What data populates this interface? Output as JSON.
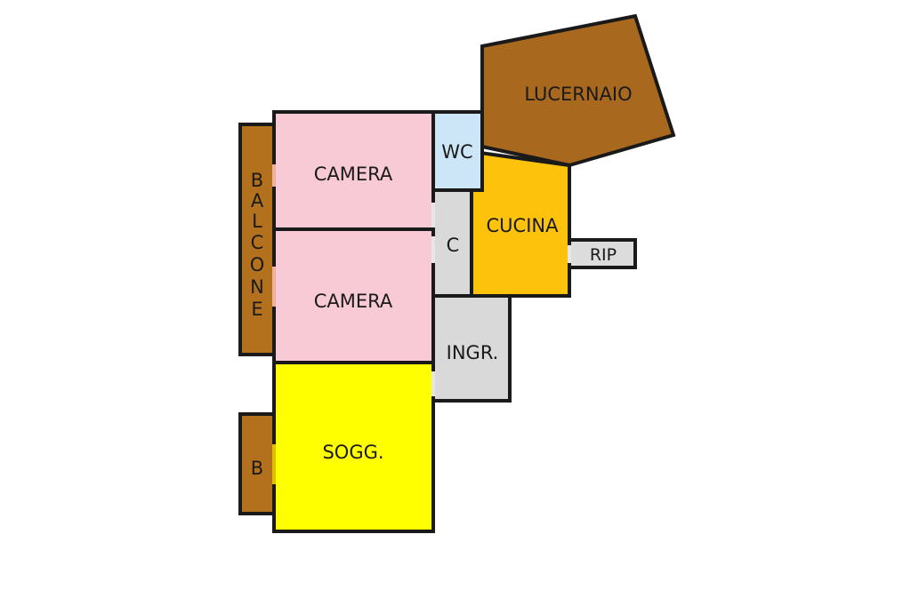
{
  "colors": {
    "camera": "#f7cad6",
    "wc": "#cde6f7",
    "corridor": "#d9d9d9",
    "cucina": "#fcc20c",
    "lucernaio": "#a8691e",
    "balcone": "#b3711e",
    "soggiorno": "#ffff00",
    "rip": "#dcdcdc",
    "wall": "#1a1a1a"
  },
  "rooms": {
    "camera_1": "CAMERA",
    "camera_2": "CAMERA",
    "wc": "WC",
    "corridor": "C",
    "cucina": "CUCINA",
    "lucernaio": "LUCERNAIO",
    "rip": "RIP",
    "ingresso": "INGR.",
    "soggiorno": "SOGG.",
    "balcone_small": "B",
    "balcone_letters": [
      "B",
      "A",
      "L",
      "C",
      "O",
      "N",
      "E"
    ]
  }
}
